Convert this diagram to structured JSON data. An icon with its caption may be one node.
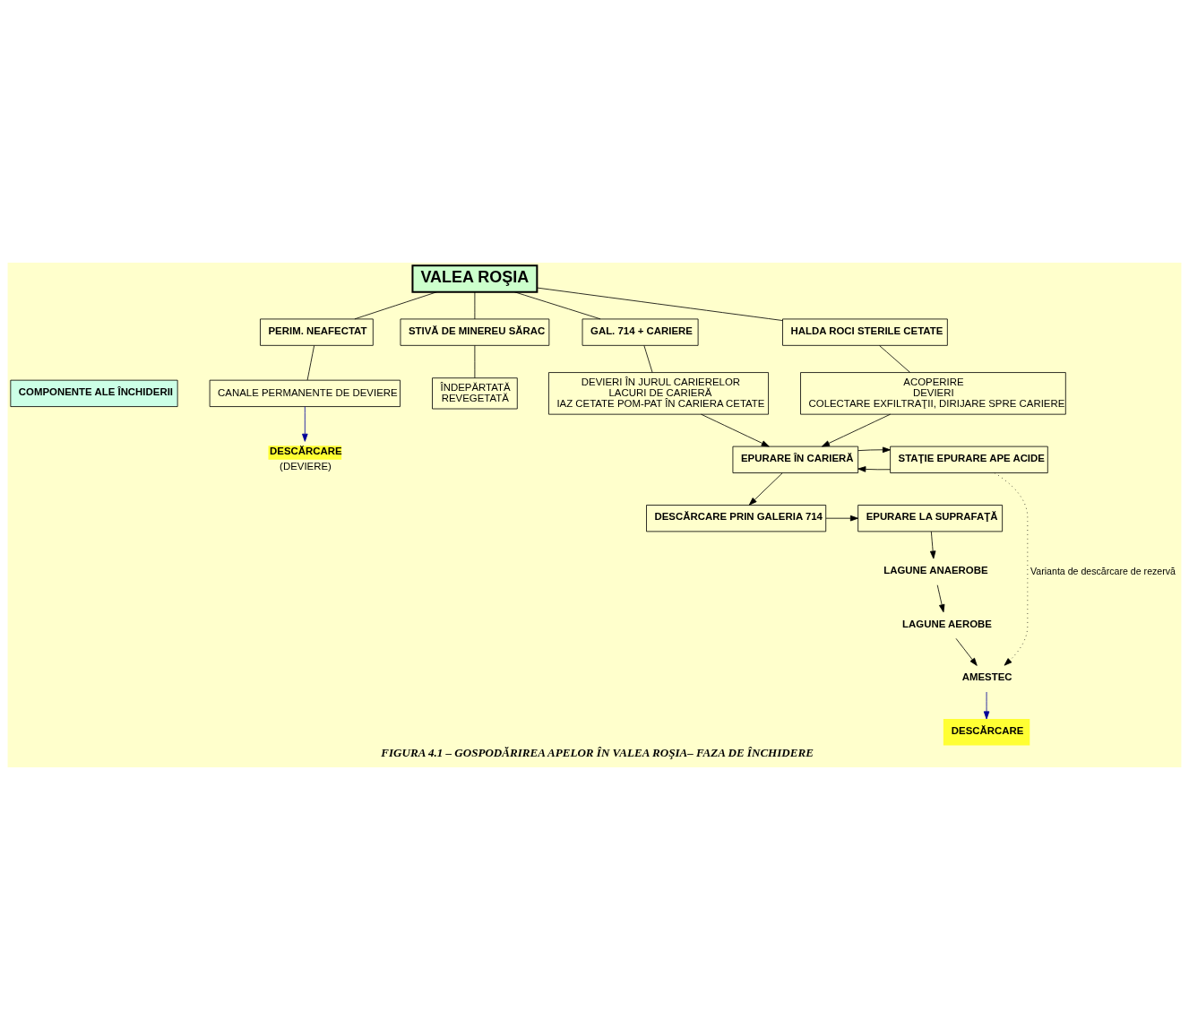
{
  "diagram": {
    "caption": "FIGURA 4.1 – GOSPODĂRIREA APELOR ÎN VALEA ROŞIA– FAZA DE ÎNCHIDERE",
    "nodes": [
      {
        "text": [
          "VALEA ROŞIA"
        ]
      },
      {
        "text": [
          "PERIM. NEAFECTAT"
        ]
      },
      {
        "text": [
          "STIVĂ DE MINEREU SĂRAC"
        ]
      },
      {
        "text": [
          "GAL. 714 + CARIERE"
        ]
      },
      {
        "text": [
          "HALDA ROCI STERILE CETATE"
        ]
      },
      {
        "text": [
          "COMPONENTE ALE ÎNCHIDERII"
        ]
      },
      {
        "text": [
          "CANALE PERMANENTE DE DEVIERE"
        ]
      },
      {
        "text": [
          "ÎNDEPĂRTATĂ",
          "REVEGETATĂ"
        ]
      },
      {
        "text": [
          "DEVIERI ÎN JURUL CARIERELOR",
          "LACURI DE CARIERĂ",
          "IAZ CETATE POM-PAT ÎN CARIERA CETATE"
        ]
      },
      {
        "text": [
          "ACOPERIRE",
          "DEVIERI",
          "COLECTARE EXFILTRAŢII, DIRIJARE SPRE CARIERE"
        ]
      },
      {
        "text": [
          "DESCĂRCARE"
        ],
        "beside": [
          "(DEVIERE)"
        ]
      },
      {
        "text": [
          "EPURARE ÎN CARIERĂ"
        ]
      },
      {
        "text": [
          "STAŢIE EPURARE APE ACIDE"
        ]
      },
      {
        "text": [
          "DESCĂRCARE PRIN GALERIA 714"
        ]
      },
      {
        "text": [
          "EPURARE LA SUPRAFAŢĂ"
        ]
      },
      {
        "text": [
          "LAGUNE ANAEROBE"
        ]
      },
      {
        "text": [
          "LAGUNE AEROBE"
        ]
      },
      {
        "text": [
          "AMESTEC"
        ]
      },
      {
        "text": [
          "DESCĂRCARE"
        ]
      }
    ],
    "edges": [
      {
        "from": 0,
        "to": 1,
        "arrow": "none"
      },
      {
        "from": 0,
        "to": 2,
        "arrow": "none"
      },
      {
        "from": 0,
        "to": 3,
        "arrow": "none"
      },
      {
        "from": 0,
        "to": 4,
        "arrow": "none"
      },
      {
        "from": 1,
        "to": 6,
        "arrow": "none"
      },
      {
        "from": 2,
        "to": 7,
        "arrow": "none"
      },
      {
        "from": 3,
        "to": 8,
        "arrow": "none"
      },
      {
        "from": 4,
        "to": 9,
        "arrow": "none"
      },
      {
        "from": 6,
        "to": 10,
        "arrow": "to",
        "color": "#000099"
      },
      {
        "from": 8,
        "to": 11,
        "arrow": "to"
      },
      {
        "from": 9,
        "to": 11,
        "arrow": "to"
      },
      {
        "from": 12,
        "to": 11,
        "arrow": "to"
      },
      {
        "from": 11,
        "to": 12,
        "arrow": "to"
      },
      {
        "from": 11,
        "to": 13,
        "arrow": "to"
      },
      {
        "from": 13,
        "to": 14,
        "arrow": "to"
      },
      {
        "from": 14,
        "to": 15,
        "arrow": "to"
      },
      {
        "from": 15,
        "to": 16,
        "arrow": "to"
      },
      {
        "from": 16,
        "to": 17,
        "arrow": "to"
      },
      {
        "from": 17,
        "to": 18,
        "arrow": "to",
        "color": "#000099"
      },
      {
        "from": 12,
        "to": 17,
        "arrow": "to",
        "style": "dashed",
        "label": "Varianta de descărcare de rezervă"
      }
    ]
  }
}
